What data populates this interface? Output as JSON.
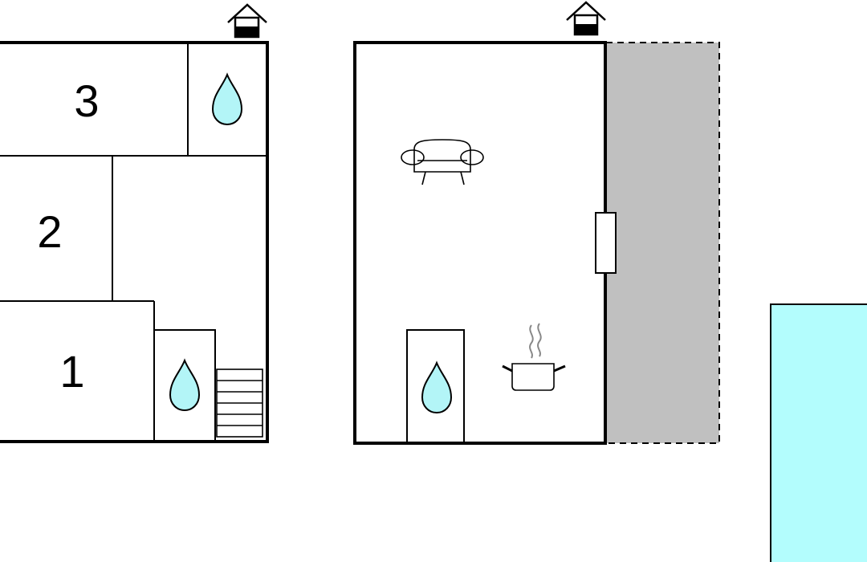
{
  "rooms": {
    "bedroom_1": {
      "number": "1"
    },
    "bedroom_2": {
      "number": "2"
    },
    "bedroom_3": {
      "number": "3"
    }
  },
  "colors": {
    "water": "#b3f5f7",
    "pool": "#b3fdfd",
    "terrace": "#c0c0c0",
    "wall": "#000000",
    "steam": "#888888"
  },
  "icons": {
    "entrance": "house-entrance-icon",
    "bathroom": "water-drop-icon",
    "living_room": "sofa-icon",
    "kitchen": "cooking-pot-icon",
    "stairs": "stairs-icon"
  }
}
